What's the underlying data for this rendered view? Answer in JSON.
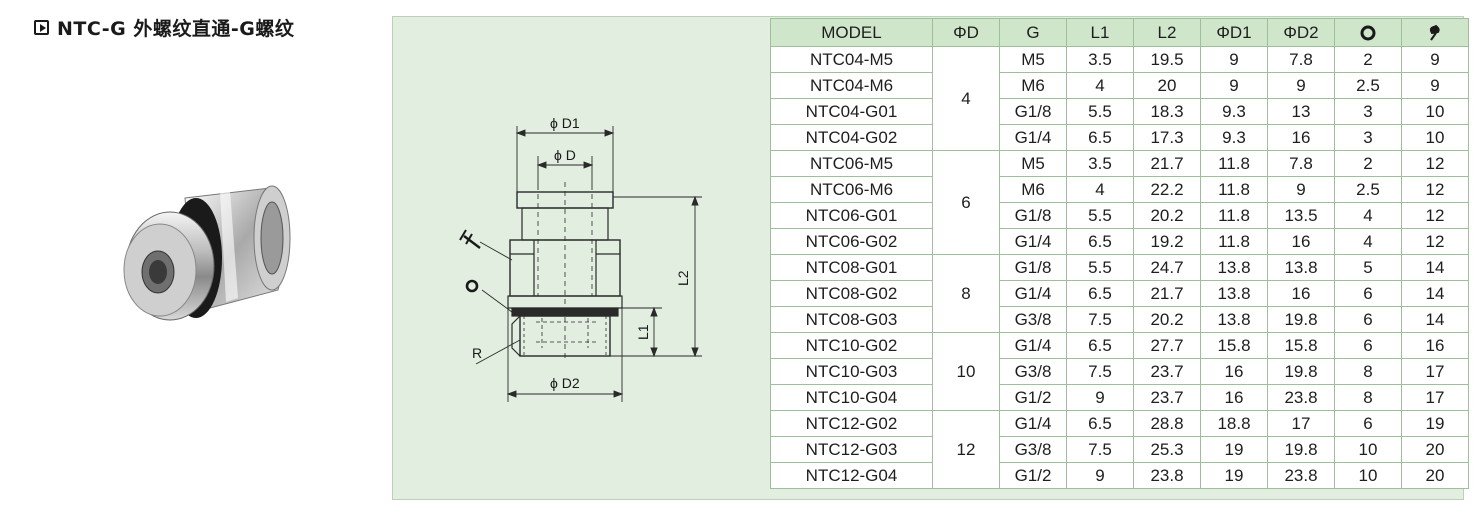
{
  "header": {
    "title": "NTC-G 外螺纹直通-G螺纹"
  },
  "drawing": {
    "label_d1": "ϕ D1",
    "label_d": "ϕ D",
    "label_d2": "ϕ D2",
    "label_l2": "L2",
    "label_l1": "L1",
    "label_r": "R"
  },
  "table": {
    "headers": [
      "MODEL",
      "ΦD",
      "G",
      "L1",
      "L2",
      "ΦD1",
      "ΦD2",
      "o-ring-icon",
      "wrench-icon"
    ],
    "groups": [
      {
        "d": "4",
        "rows": [
          [
            "NTC04-M5",
            "M5",
            "3.5",
            "19.5",
            "9",
            "7.8",
            "2",
            "9"
          ],
          [
            "NTC04-M6",
            "M6",
            "4",
            "20",
            "9",
            "9",
            "2.5",
            "9"
          ],
          [
            "NTC04-G01",
            "G1/8",
            "5.5",
            "18.3",
            "9.3",
            "13",
            "3",
            "10"
          ],
          [
            "NTC04-G02",
            "G1/4",
            "6.5",
            "17.3",
            "9.3",
            "16",
            "3",
            "10"
          ]
        ]
      },
      {
        "d": "6",
        "rows": [
          [
            "NTC06-M5",
            "M5",
            "3.5",
            "21.7",
            "11.8",
            "7.8",
            "2",
            "12"
          ],
          [
            "NTC06-M6",
            "M6",
            "4",
            "22.2",
            "11.8",
            "9",
            "2.5",
            "12"
          ],
          [
            "NTC06-G01",
            "G1/8",
            "5.5",
            "20.2",
            "11.8",
            "13.5",
            "4",
            "12"
          ],
          [
            "NTC06-G02",
            "G1/4",
            "6.5",
            "19.2",
            "11.8",
            "16",
            "4",
            "12"
          ]
        ]
      },
      {
        "d": "8",
        "rows": [
          [
            "NTC08-G01",
            "G1/8",
            "5.5",
            "24.7",
            "13.8",
            "13.8",
            "5",
            "14"
          ],
          [
            "NTC08-G02",
            "G1/4",
            "6.5",
            "21.7",
            "13.8",
            "16",
            "6",
            "14"
          ],
          [
            "NTC08-G03",
            "G3/8",
            "7.5",
            "20.2",
            "13.8",
            "19.8",
            "6",
            "14"
          ]
        ]
      },
      {
        "d": "10",
        "rows": [
          [
            "NTC10-G02",
            "G1/4",
            "6.5",
            "27.7",
            "15.8",
            "15.8",
            "6",
            "16"
          ],
          [
            "NTC10-G03",
            "G3/8",
            "7.5",
            "23.7",
            "16",
            "19.8",
            "8",
            "17"
          ],
          [
            "NTC10-G04",
            "G1/2",
            "9",
            "23.7",
            "16",
            "23.8",
            "8",
            "17"
          ]
        ]
      },
      {
        "d": "12",
        "rows": [
          [
            "NTC12-G02",
            "G1/4",
            "6.5",
            "28.8",
            "18.8",
            "17",
            "6",
            "19"
          ],
          [
            "NTC12-G03",
            "G3/8",
            "7.5",
            "25.3",
            "19",
            "19.8",
            "10",
            "20"
          ],
          [
            "NTC12-G04",
            "G1/2",
            "9",
            "23.8",
            "19",
            "23.8",
            "10",
            "20"
          ]
        ]
      }
    ]
  }
}
